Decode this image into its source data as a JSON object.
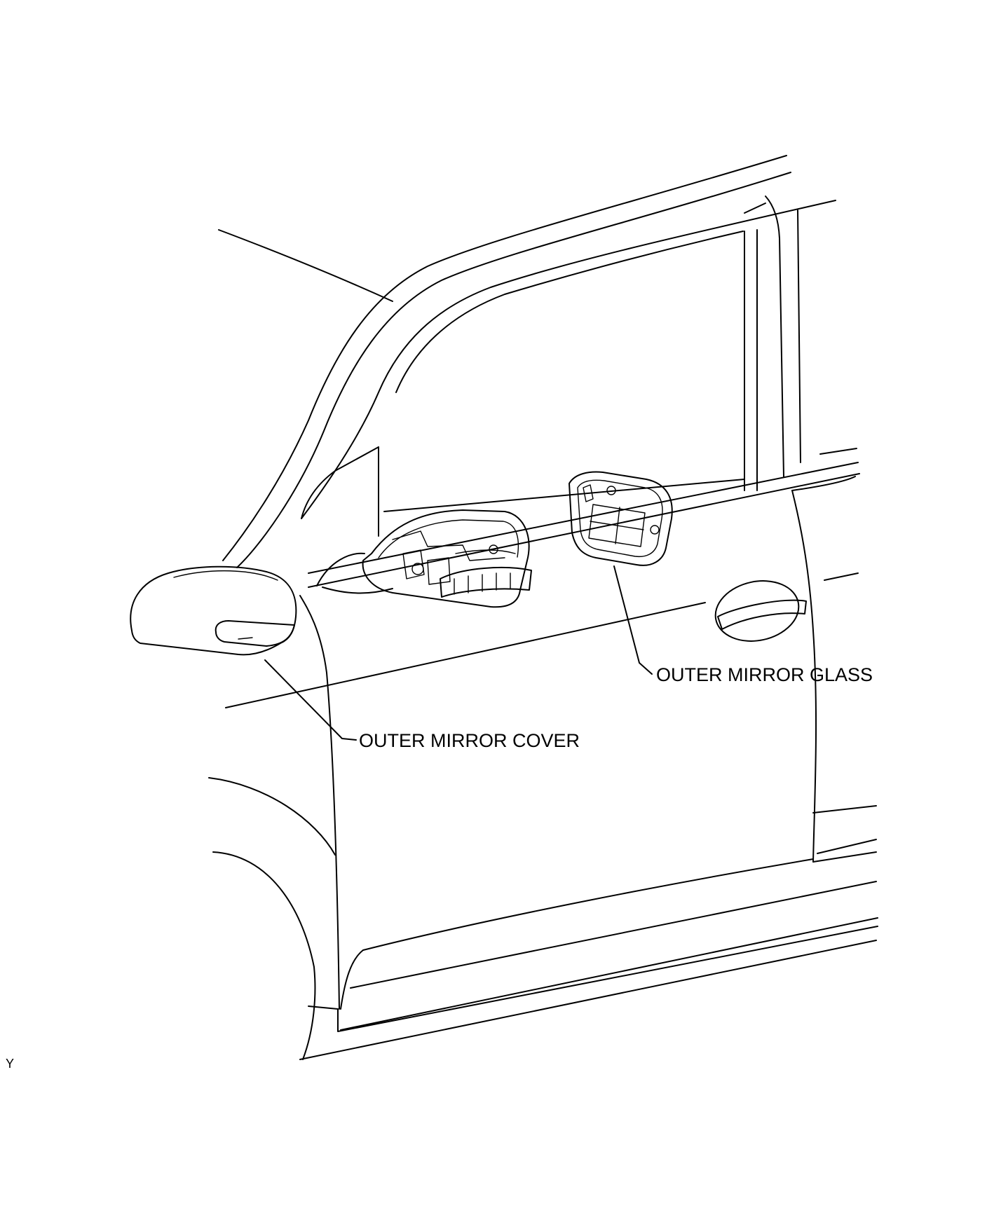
{
  "callouts": {
    "glass_label": "OUTER MIRROR GLASS",
    "cover_label": "OUTER MIRROR COVER"
  },
  "figure_code": "Y"
}
